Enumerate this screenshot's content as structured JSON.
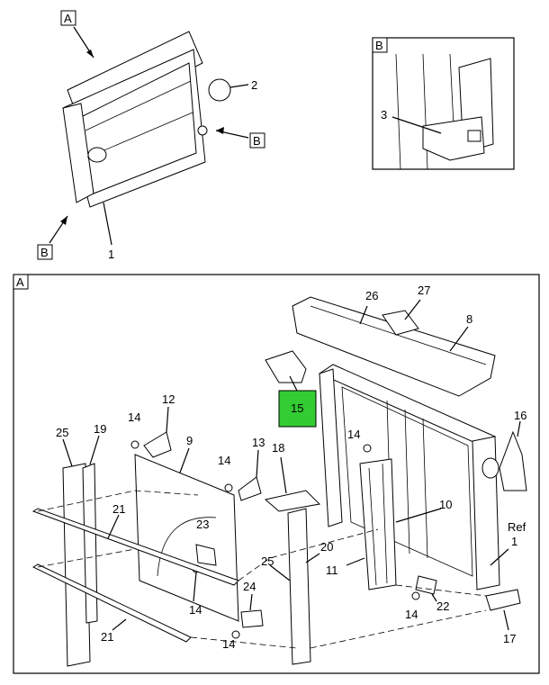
{
  "view_labels": {
    "top_a": "A",
    "top_b_right": "B",
    "top_b_left": "B",
    "detail_b": "B",
    "detail_a": "A"
  },
  "callouts": {
    "c1_top": "1",
    "c2": "2",
    "c3": "3",
    "c26": "26",
    "c27": "27",
    "c8": "8",
    "c15": "15",
    "c16": "16",
    "c12": "12",
    "c14_a": "14",
    "c9": "9",
    "c25_a": "25",
    "c19": "19",
    "c14_b": "14",
    "c13": "13",
    "c18": "18",
    "c14_c": "14",
    "c10": "10",
    "c21_a": "21",
    "c23": "23",
    "c20": "20",
    "c25_b": "25",
    "c11": "11",
    "c14_d": "14",
    "c24": "24",
    "c14_e": "14",
    "c22": "22",
    "c21_b": "21",
    "c17": "17",
    "c14_f": "14",
    "ref": "Ref",
    "c1_ref": "1"
  },
  "highlight_color": "#33cc33"
}
